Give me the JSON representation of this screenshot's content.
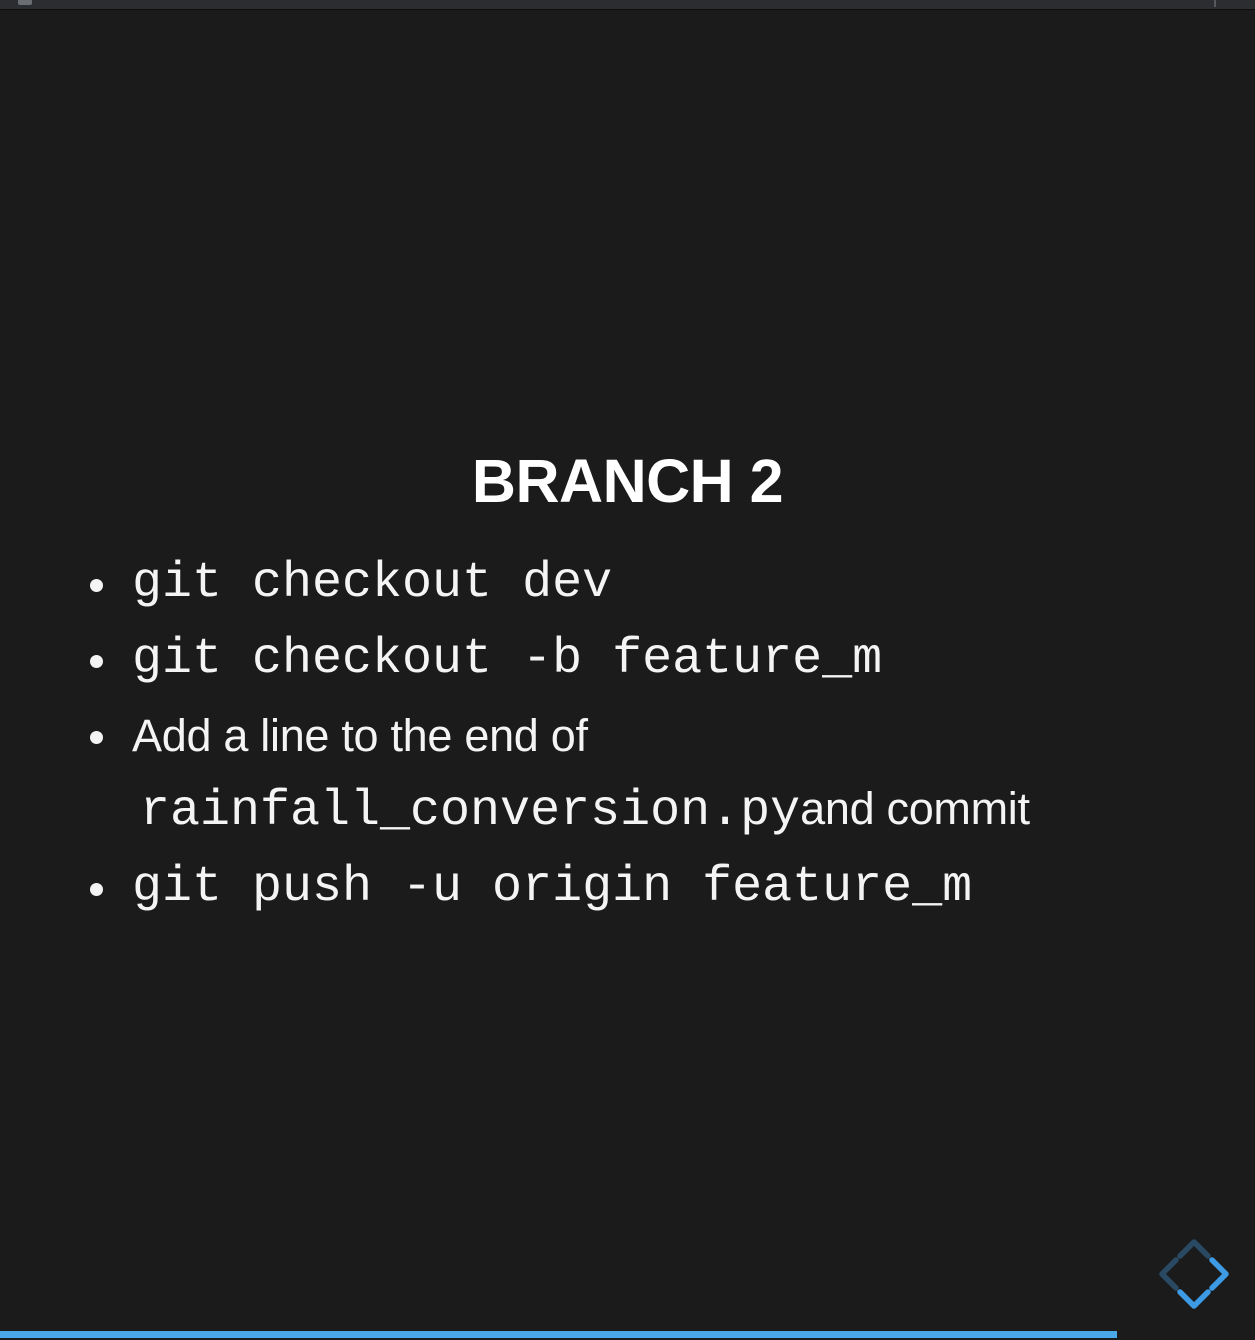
{
  "theme": {
    "background": "#1b1b1b",
    "text_color": "#f4f4f4",
    "accent_color": "#4aa7e8",
    "accent_dim_color": "#2a4a63",
    "top_bar_color": "#2b2d30"
  },
  "slide": {
    "title": "BRANCH 2",
    "bullets": [
      {
        "id": "bullet-checkout-dev",
        "segments": [
          {
            "style": "mono",
            "text": "git checkout dev"
          }
        ]
      },
      {
        "id": "bullet-checkout-feature",
        "segments": [
          {
            "style": "mono",
            "text": "git checkout -b feature_m"
          }
        ]
      },
      {
        "id": "bullet-add-line-commit",
        "segments": [
          {
            "style": "prose",
            "text": "Add a line to the end of"
          },
          {
            "style": "mono",
            "text": "rainfall_conversion.py"
          },
          {
            "style": "prose",
            "text": "and commit"
          }
        ]
      },
      {
        "id": "bullet-push-feature",
        "segments": [
          {
            "style": "mono",
            "text": "git push -u origin feature_m"
          }
        ]
      }
    ]
  },
  "bullets_text": {
    "line_1": "git checkout dev",
    "line_2": "git checkout -b feature_m",
    "line_3_prefix": "Add a line to the end of",
    "line_3_file": "rainfall_conversion.py",
    "line_3_suffix": "and commit",
    "line_4": "git push -u origin feature_m"
  },
  "nav_control": {
    "name": "four-way-navigation-control",
    "up": {
      "icon": "chevron-up-icon",
      "state": "dim",
      "color": "#2a4a63"
    },
    "left": {
      "icon": "chevron-left-icon",
      "state": "dim",
      "color": "#2a4a63"
    },
    "right": {
      "icon": "chevron-right-icon",
      "state": "active",
      "color": "#3d9ae4"
    },
    "down": {
      "icon": "chevron-down-icon",
      "state": "active",
      "color": "#3d9ae4"
    }
  },
  "progress": {
    "percent": 89,
    "percent_label": "89%"
  },
  "top_bar": {
    "handle": "window-drag-handle",
    "tick": "window-edge-tick"
  }
}
